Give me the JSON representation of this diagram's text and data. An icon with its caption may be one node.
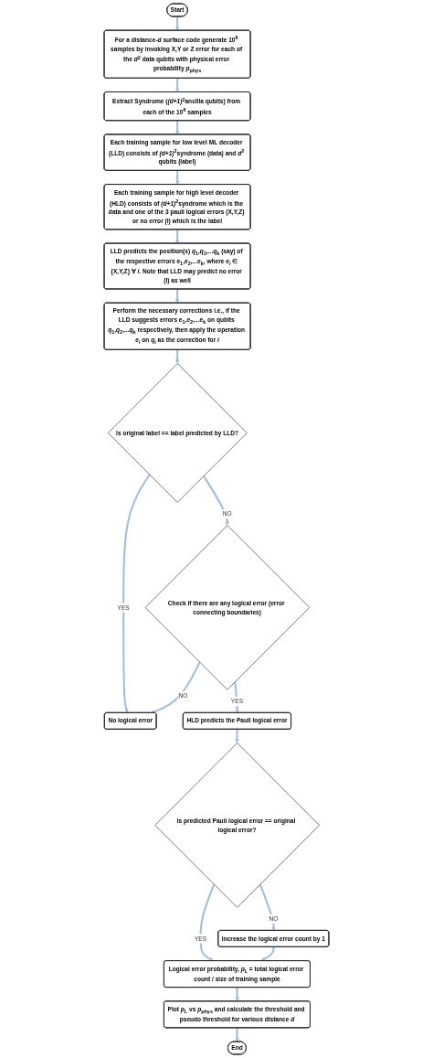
{
  "diagram": {
    "nodes": [
      {
        "text": [
          "Start"
        ]
      },
      {
        "text": [
          "For a distance-*d* surface code generate 10$^{6}$ samples by invoking X,Y or Z error for each of the *d*$^{2}$ data qubits with physical error probability *p*$_{phys}$"
        ]
      },
      {
        "text": [
          "Extract Syndrome (*(d+1)*$^{2}$ancilla qubits) from each of the 10$^{6}$ samples"
        ]
      },
      {
        "text": [
          "Each training sample for low level ML decoder (LLD) consists of *(d+1)*$^{2}$syndrome (data) and *d*$^{2}$ qubits (label)"
        ]
      },
      {
        "text": [
          "Each training sample for high level decoder (HLD) consists of *(d+1)*$^{2}$syndrome which is the data and one of the 3 pauli logical errors (X,Y,Z) or no error (I) which is the label"
        ]
      },
      {
        "text": [
          "LLD predicts the position(s) *q*$_{1}$,*q*$_{2}$,...*q*$_{k}$ (say) of the respective errors *e*$_{1}$,*e*$_{2}$,...*e*$_{k}$, where *e*$_{i}$ ∈ {X,Y,Z} ∀ *i*. Note that LLD may predict no error (I) as well"
        ]
      },
      {
        "text": [
          "Perform the necessary corrections i.e., if the LLD suggests errors *e*$_{1}$,*e*$_{2}$,...*e*$_{k}$ on qubits *q*$_{1}$,*q*$_{2}$,...*q*$_{k}$ respectively, then apply the operation *e*$_{i}$ on *q*$_{i}$ as the correction for *i*"
        ]
      },
      {
        "text": [
          "Is original label == label predicted by LLD?"
        ]
      },
      {
        "text": [
          "No logical error"
        ]
      },
      {
        "text": [
          "Check if there are any logical error (error connecting boundaries)"
        ]
      },
      {
        "text": [
          "HLD predicts the Pauli logical error"
        ]
      },
      {
        "text": [
          "Is predicted Pauli logical error == original logical error?"
        ]
      },
      {
        "text": [
          "Increase the logical error count by 1"
        ]
      },
      {
        "text": [
          "Logical error probability, *p*$_{L}$ = total logical error count / size of training sample"
        ]
      },
      {
        "text": [
          "Plot *p*$_{L}$ vs *p*$_{phys}$ and calculate the threshold and pseudo threshold for various distance *d*"
        ]
      },
      {
        "text": [
          "End"
        ]
      }
    ],
    "edges": [
      {
        "from": 0,
        "to": 1,
        "arrow": "to"
      },
      {
        "from": 1,
        "to": 2,
        "arrow": "to"
      },
      {
        "from": 2,
        "to": 3,
        "arrow": "to"
      },
      {
        "from": 3,
        "to": 4,
        "arrow": "to"
      },
      {
        "from": 4,
        "to": 5,
        "arrow": "to"
      },
      {
        "from": 5,
        "to": 6,
        "arrow": "to"
      },
      {
        "from": 6,
        "to": 7,
        "arrow": "to"
      },
      {
        "from": 7,
        "to": 8,
        "label": "YES",
        "arrow": "to"
      },
      {
        "from": 7,
        "to": 9,
        "label": "NO",
        "arrow": "to"
      },
      {
        "from": 9,
        "to": 8,
        "label": "NO",
        "arrow": "to"
      },
      {
        "from": 9,
        "to": 10,
        "label": "YES",
        "arrow": "to"
      },
      {
        "from": 10,
        "to": 11,
        "arrow": "to"
      },
      {
        "from": 11,
        "to": 13,
        "label": "YES",
        "arrow": "to"
      },
      {
        "from": 11,
        "to": 12,
        "label": "NO",
        "arrow": "to"
      },
      {
        "from": 12,
        "to": 13,
        "arrow": "to"
      },
      {
        "from": 13,
        "to": 14,
        "arrow": "to"
      },
      {
        "from": 14,
        "to": 15,
        "arrow": "to"
      }
    ]
  }
}
